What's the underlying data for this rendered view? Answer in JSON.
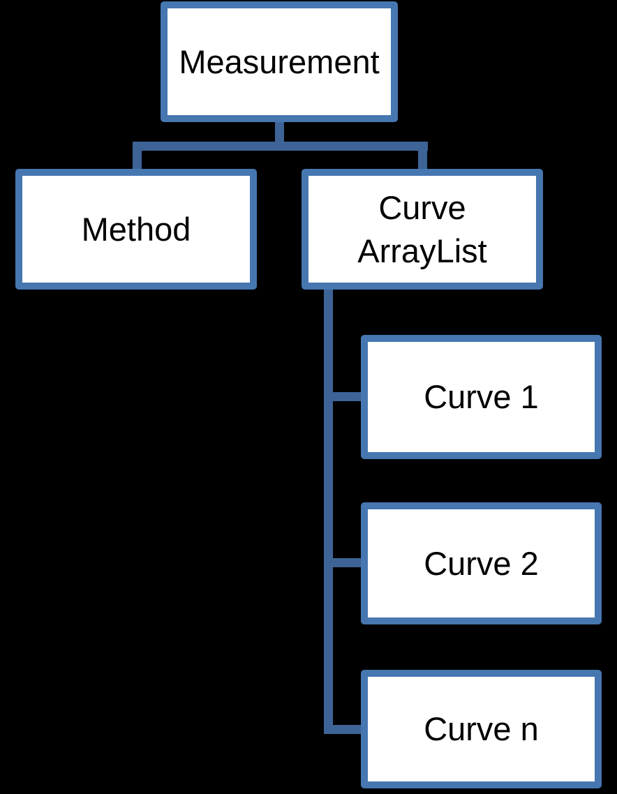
{
  "background_color": "#000000",
  "colors": {
    "box_border": "#4677b1",
    "box_fill": "#ffffff",
    "connector": "#3e6497",
    "text": "#000000"
  },
  "nodes": {
    "measurement": {
      "label": "Measurement"
    },
    "method": {
      "label": "Method"
    },
    "curve_arraylist": {
      "label_line1": "Curve",
      "label_line2": "ArrayList"
    },
    "curve_1": {
      "label": "Curve 1"
    },
    "curve_2": {
      "label": "Curve 2"
    },
    "curve_n": {
      "label": "Curve n"
    }
  },
  "hierarchy": {
    "root": "Measurement",
    "edges": [
      {
        "from": "Measurement",
        "to": "Method"
      },
      {
        "from": "Measurement",
        "to": "Curve ArrayList"
      },
      {
        "from": "Curve ArrayList",
        "to": "Curve 1"
      },
      {
        "from": "Curve ArrayList",
        "to": "Curve 2"
      },
      {
        "from": "Curve ArrayList",
        "to": "Curve n"
      }
    ]
  }
}
